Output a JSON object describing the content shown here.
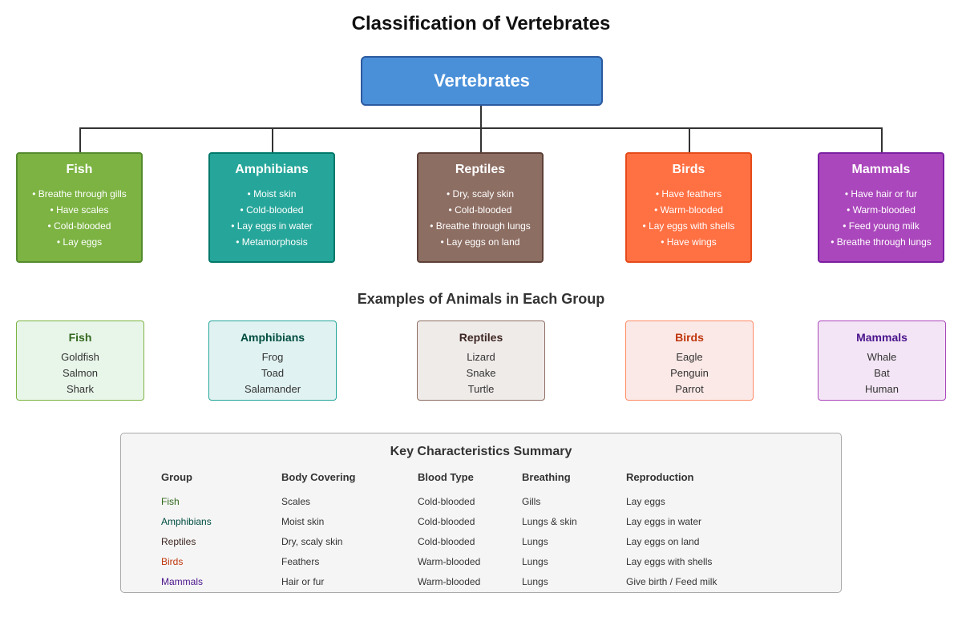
{
  "title": "Classification of Vertebrates",
  "root": "Vertebrates",
  "groups": [
    {
      "name": "Fish",
      "color": "#7cb342",
      "border": "#558b2f",
      "traits": [
        "• Breathe through gills",
        "• Have scales",
        "• Cold-blooded",
        "• Lay eggs"
      ]
    },
    {
      "name": "Amphibians",
      "color": "#26a69a",
      "border": "#00796b",
      "traits": [
        "• Moist skin",
        "• Cold-blooded",
        "• Lay eggs in water",
        "• Metamorphosis"
      ]
    },
    {
      "name": "Reptiles",
      "color": "#8d6e63",
      "border": "#5d4037",
      "traits": [
        "• Dry, scaly skin",
        "• Cold-blooded",
        "• Breathe through lungs",
        "• Lay eggs on land"
      ]
    },
    {
      "name": "Birds",
      "color": "#ff7043",
      "border": "#e64a19",
      "traits": [
        "• Have feathers",
        "• Warm-blooded",
        "• Lay eggs with shells",
        "• Have wings"
      ]
    },
    {
      "name": "Mammals",
      "color": "#ab47bc",
      "border": "#7b1fa2",
      "traits": [
        "• Have hair or fur",
        "• Warm-blooded",
        "• Feed young milk",
        "• Breathe through lungs"
      ]
    }
  ],
  "examples_title": "Examples of Animals in Each Group",
  "examples": [
    {
      "name": "Fish",
      "bg": "#e8f5e9",
      "border": "#7cb342",
      "title_color": "#33691e",
      "animals": [
        "Goldfish",
        "Salmon",
        "Shark"
      ]
    },
    {
      "name": "Amphibians",
      "bg": "#e0f2f1",
      "border": "#26a69a",
      "title_color": "#004d40",
      "animals": [
        "Frog",
        "Toad",
        "Salamander"
      ]
    },
    {
      "name": "Reptiles",
      "bg": "#efebe9",
      "border": "#8d6e63",
      "title_color": "#3e2723",
      "animals": [
        "Lizard",
        "Snake",
        "Turtle"
      ]
    },
    {
      "name": "Birds",
      "bg": "#fbe9e7",
      "border": "#ff8a65",
      "title_color": "#bf360c",
      "animals": [
        "Eagle",
        "Penguin",
        "Parrot"
      ]
    },
    {
      "name": "Mammals",
      "bg": "#f3e5f5",
      "border": "#ab47bc",
      "title_color": "#4a148c",
      "animals": [
        "Whale",
        "Bat",
        "Human"
      ]
    }
  ],
  "summary": {
    "title": "Key Characteristics Summary",
    "headers": [
      "Group",
      "Body Covering",
      "Blood Type",
      "Breathing",
      "Reproduction"
    ],
    "rows": [
      {
        "color": "#33691e",
        "cells": [
          "Fish",
          "Scales",
          "Cold-blooded",
          "Gills",
          "Lay eggs"
        ]
      },
      {
        "color": "#004d40",
        "cells": [
          "Amphibians",
          "Moist skin",
          "Cold-blooded",
          "Lungs & skin",
          "Lay eggs in water"
        ]
      },
      {
        "color": "#3e2723",
        "cells": [
          "Reptiles",
          "Dry, scaly skin",
          "Cold-blooded",
          "Lungs",
          "Lay eggs on land"
        ]
      },
      {
        "color": "#bf360c",
        "cells": [
          "Birds",
          "Feathers",
          "Warm-blooded",
          "Lungs",
          "Lay eggs with shells"
        ]
      },
      {
        "color": "#4a148c",
        "cells": [
          "Mammals",
          "Hair or fur",
          "Warm-blooded",
          "Lungs",
          "Give birth / Feed milk"
        ]
      }
    ]
  }
}
